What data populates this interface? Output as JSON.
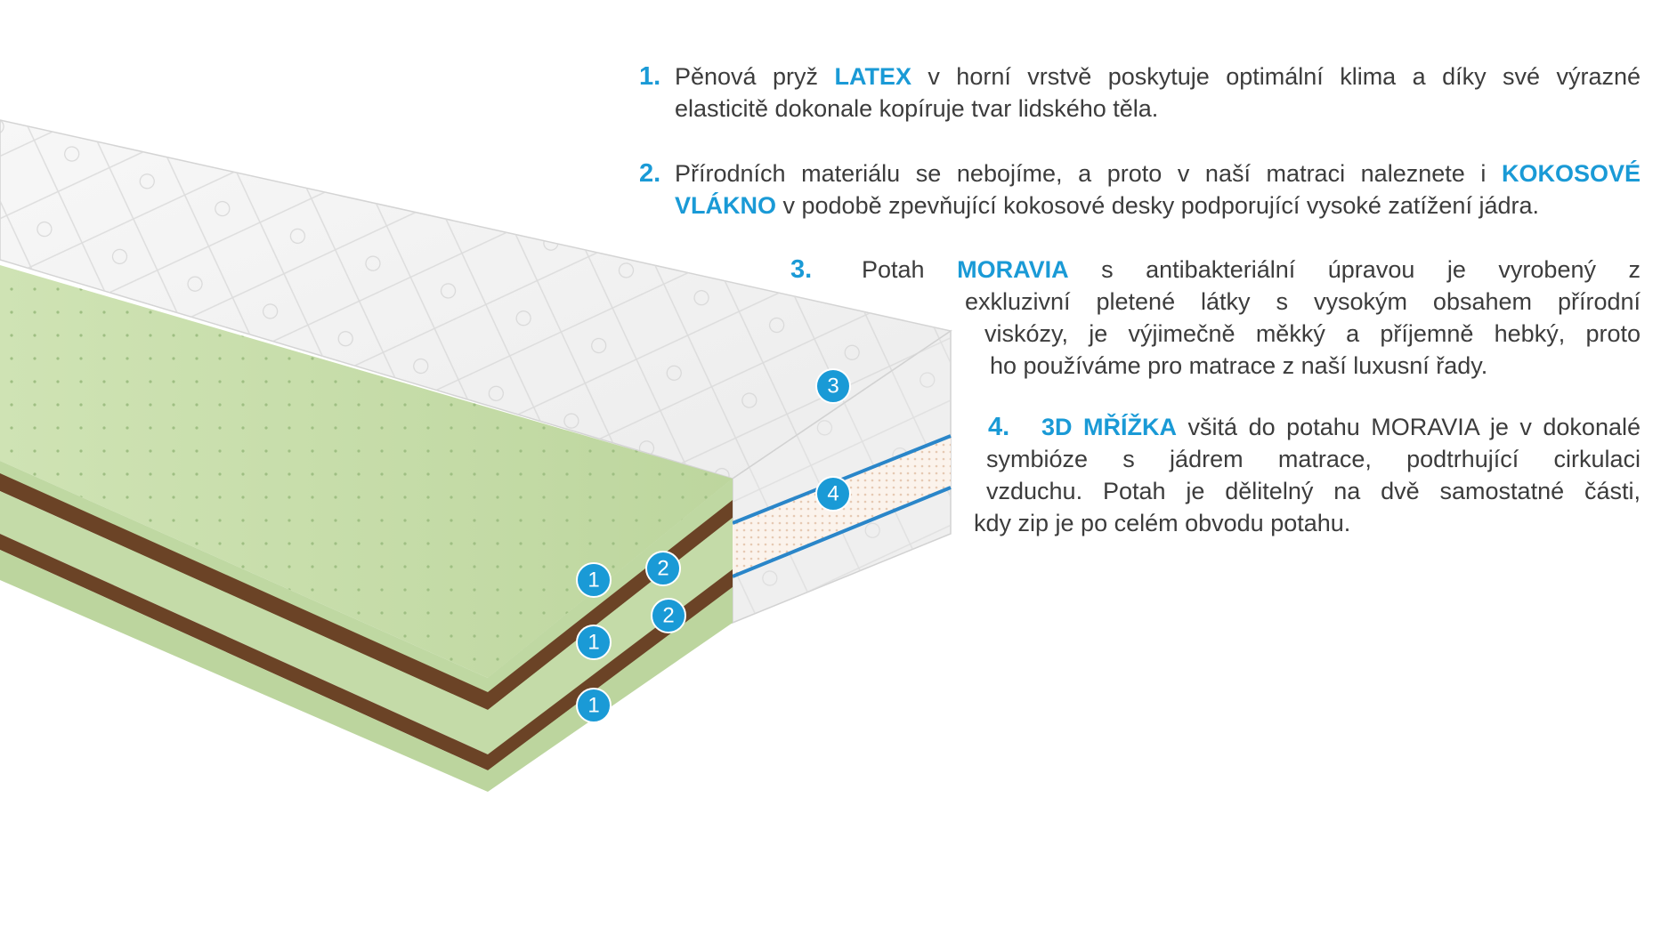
{
  "diagram": {
    "badges": [
      {
        "label": "1",
        "layer": "latex-top"
      },
      {
        "label": "2",
        "layer": "coconut-top"
      },
      {
        "label": "1",
        "layer": "latex-middle"
      },
      {
        "label": "2",
        "layer": "coconut-bottom"
      },
      {
        "label": "1",
        "layer": "latex-bottom"
      },
      {
        "label": "3",
        "layer": "cover-moravia"
      },
      {
        "label": "4",
        "layer": "3d-mesh"
      }
    ]
  },
  "colors": {
    "accent": "#1a9ad6",
    "text": "#3c3c3c",
    "latex": "#c5dca8",
    "coconut": "#6b4326",
    "cover": "#f2f2f2"
  },
  "descriptions": [
    {
      "number": "1.",
      "lines": [
        {
          "before": "Pěnová pryž ",
          "highlight": "LATEX",
          "after": " v horní vrstvě poskytuje optimální klima a  díky své  výrazné"
        },
        {
          "before": "elasticitě dokonale kopíruje tvar lidského těla.",
          "highlight": "",
          "after": ""
        }
      ]
    },
    {
      "number": "2.",
      "lines": [
        {
          "before": "Přírodních materiálu se nebojíme, a  proto v naší matraci naleznete i ",
          "highlight": "KOKOSOVÉ",
          "after": ""
        },
        {
          "before": "",
          "highlight": "VLÁKNO",
          "after": " v podobě zpevňující kokosové desky podporující vysoké zatížení jádra."
        }
      ]
    },
    {
      "number": "3.",
      "lines": [
        {
          "before": "Potah ",
          "highlight": "MORAVIA",
          "after": " s antibakteriální úpravou je vyrobený z"
        },
        {
          "before": "exkluzivní pletené látky s vysokým obsahem přírodní",
          "highlight": "",
          "after": ""
        },
        {
          "before": "viskózy, je výjimečně měkký a příjemně hebký, proto",
          "highlight": "",
          "after": ""
        },
        {
          "before": "ho používáme pro matrace z naší luxusní řady.",
          "highlight": "",
          "after": ""
        }
      ]
    },
    {
      "number": "4.",
      "lines": [
        {
          "before": "",
          "highlight": "3D MŘÍŽKA",
          "after": " všitá do potahu MORAVIA je v dokonalé"
        },
        {
          "before": "symbióze s jádrem matrace, podtrhující cirkulaci",
          "highlight": "",
          "after": ""
        },
        {
          "before": "vzduchu. Potah je dělitelný na dvě samostatné části,",
          "highlight": "",
          "after": ""
        },
        {
          "before": "kdy zip je po celém obvodu potahu.",
          "highlight": "",
          "after": ""
        }
      ]
    }
  ]
}
